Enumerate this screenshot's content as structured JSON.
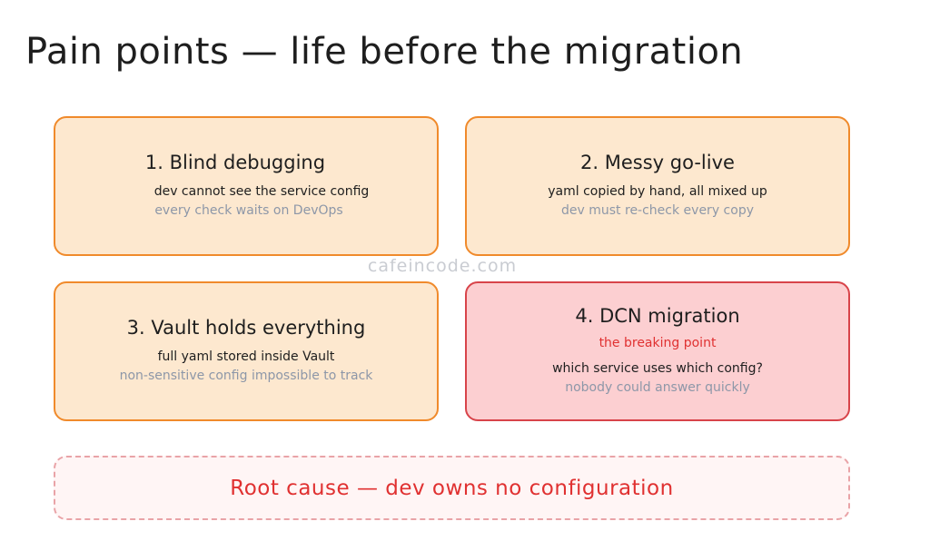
{
  "title": "Pain points — life before the migration",
  "watermark": "cafeincode.com",
  "cards": [
    {
      "title": "1. Blind debugging",
      "lines": [
        "dev cannot see the service config"
      ],
      "note": "every check waits on DevOps"
    },
    {
      "title": "2. Messy go-live",
      "lines": [
        "yaml copied by hand, all mixed up"
      ],
      "note": "dev must re-check every copy"
    },
    {
      "title": "3. Vault holds everything",
      "lines": [
        "full yaml stored inside Vault"
      ],
      "note": "non-sensitive config impossible to track"
    },
    {
      "title": "4. DCN migration",
      "tag": "the breaking point",
      "lines": [
        "which service uses which config?"
      ],
      "note": "nobody could answer quickly"
    }
  ],
  "root_cause": "Root cause — dev owns no configuration",
  "colors": {
    "card_border": "#f08a2b",
    "card_fill": "#fde8cf",
    "alert_border": "#d8444a",
    "alert_fill": "#fccfd1",
    "accent_text": "#e03131",
    "muted_text": "#8d97a8"
  }
}
